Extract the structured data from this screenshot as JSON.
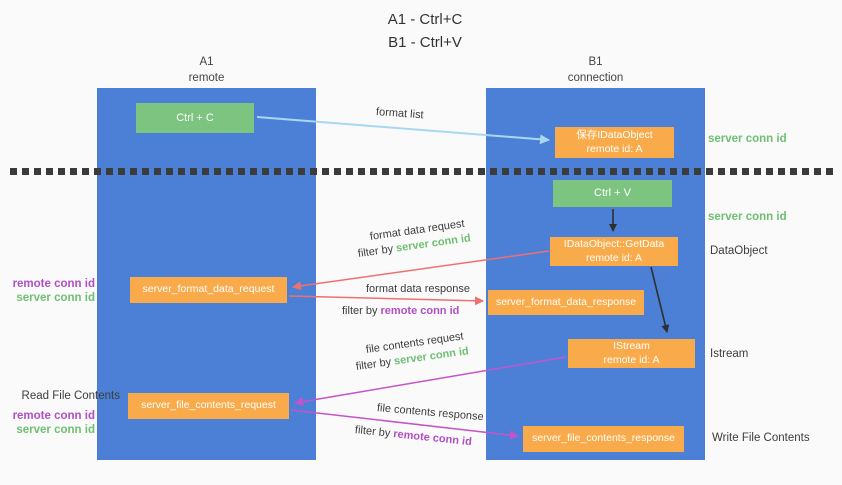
{
  "title": {
    "line1": "A1 - Ctrl+C",
    "line2": "B1 - Ctrl+V"
  },
  "lanes": {
    "a1": {
      "name": "A1",
      "subtitle": "remote"
    },
    "b1": {
      "name": "B1",
      "subtitle": "connection"
    }
  },
  "nodes": {
    "ctrl_c": {
      "label": "Ctrl + C"
    },
    "save_idataobject": {
      "line1": "保存IDataObject",
      "line2": "remote id: A"
    },
    "ctrl_v": {
      "label": "Ctrl + V"
    },
    "getdata": {
      "line1": "IDataObject::GetData",
      "line2": "remote id: A"
    },
    "istream": {
      "line1": "IStream",
      "line2": "remote id: A"
    },
    "format_request": {
      "label": "server_format_data_request"
    },
    "format_response": {
      "label": "server_format_data_response"
    },
    "file_request": {
      "label": "server_file_contents_request"
    },
    "file_response": {
      "label": "server_file_contents_response"
    }
  },
  "arrow_labels": {
    "format_list": "format list",
    "format_data_request": "format data request",
    "format_data_response": "format data response",
    "file_contents_request": "file contents request",
    "file_contents_response": "file contents response",
    "filter_by": "filter by "
  },
  "side_labels": {
    "server_conn_id": "server conn id",
    "remote_conn_id": "remote conn id",
    "dataobject": "DataObject",
    "istream": "Istream",
    "read_file_contents": "Read File Contents",
    "write_file_contents": "Write File Contents"
  },
  "colors": {
    "lane_blue": "#4b80d6",
    "node_green": "#7cc47f",
    "node_orange": "#f9ab4b",
    "arrow_light_blue": "#a9d7f2",
    "arrow_red": "#f07070",
    "arrow_magenta": "#c653c9",
    "arrow_black": "#2f2f2f",
    "label_green": "#6fbf72",
    "label_purple": "#b14fc5",
    "background": "#fafafa"
  }
}
